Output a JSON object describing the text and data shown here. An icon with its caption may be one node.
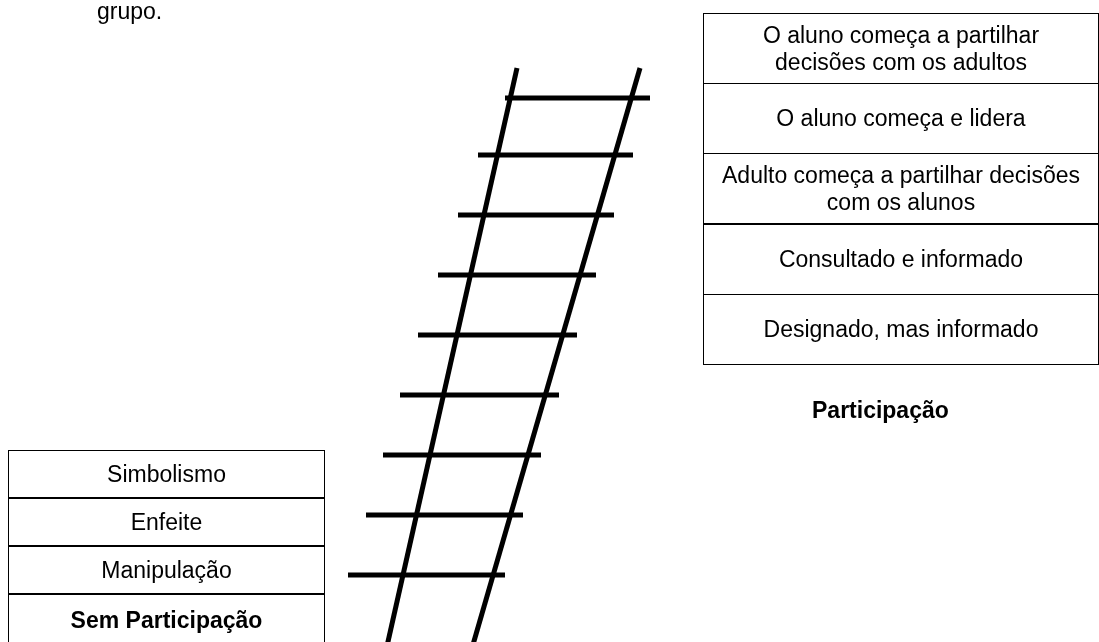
{
  "diagram": {
    "nodes": [
      {
        "text": [
          "O aluno começa a partilhar decisões com os adultos"
        ]
      },
      {
        "text": [
          "O aluno começa e lidera"
        ]
      },
      {
        "text": [
          "Adulto começa a partilhar decisões com os alunos"
        ]
      },
      {
        "text": [
          "Consultado e informado"
        ]
      },
      {
        "text": [
          "Designado, mas informado"
        ]
      },
      {
        "text": [
          "Simbolismo"
        ]
      },
      {
        "text": [
          "Enfeite"
        ]
      },
      {
        "text": [
          "Manipulação"
        ]
      },
      {
        "text": [
          "Sem Participação"
        ]
      }
    ],
    "labels": [
      "grupo.",
      "Participação"
    ]
  }
}
